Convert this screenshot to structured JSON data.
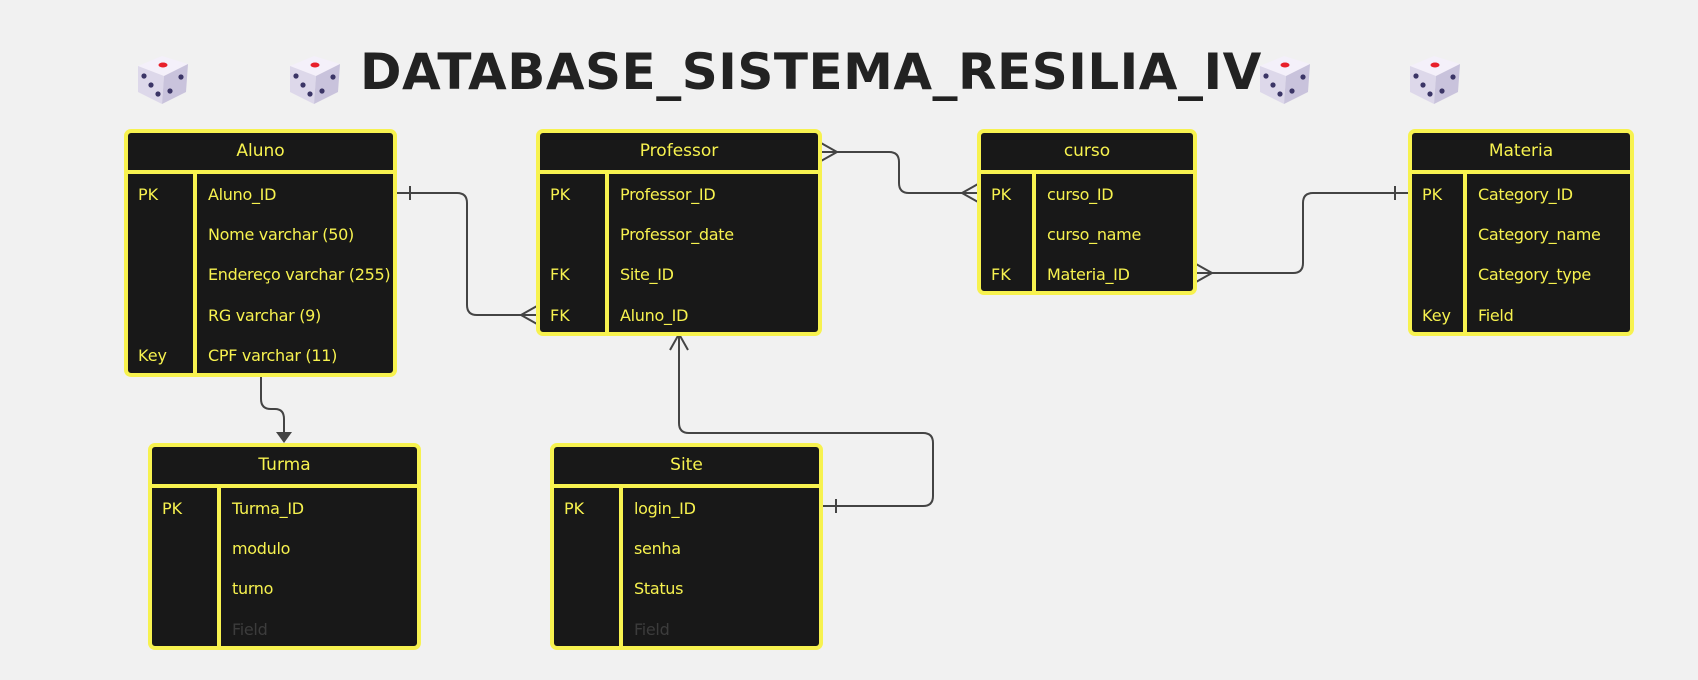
{
  "title": "DATABASE_SISTEMA_RESILIA_IV",
  "title_icon": "game-die-icon",
  "colors": {
    "background": "#f1f1f1",
    "entity_fill": "#181818",
    "entity_border": "#f7f24f",
    "text": "#f7f24f",
    "connector": "#444444"
  },
  "entities": {
    "aluno": {
      "name": "Aluno",
      "rows": [
        {
          "key": "PK",
          "field": "Aluno_ID"
        },
        {
          "key": "",
          "field": "Nome varchar (50)"
        },
        {
          "key": "",
          "field": "Endereço  varchar (255)"
        },
        {
          "key": "",
          "field": "RG varchar (9)"
        },
        {
          "key": "Key",
          "field": "CPF varchar (11)"
        }
      ]
    },
    "professor": {
      "name": "Professor",
      "rows": [
        {
          "key": "PK",
          "field": "Professor_ID"
        },
        {
          "key": "",
          "field": "Professor_date"
        },
        {
          "key": "FK",
          "field": "Site_ID"
        },
        {
          "key": "FK",
          "field": "Aluno_ID"
        }
      ]
    },
    "curso": {
      "name": "curso",
      "rows": [
        {
          "key": "PK",
          "field": "curso_ID"
        },
        {
          "key": "",
          "field": "curso_name"
        },
        {
          "key": "FK",
          "field": "Materia_ID"
        }
      ]
    },
    "materia": {
      "name": "Materia",
      "rows": [
        {
          "key": "PK",
          "field": "Category_ID"
        },
        {
          "key": "",
          "field": "Category_name"
        },
        {
          "key": "",
          "field": "Category_type"
        },
        {
          "key": "Key",
          "field": "Field"
        }
      ]
    },
    "turma": {
      "name": "Turma",
      "rows": [
        {
          "key": "PK",
          "field": "Turma_ID"
        },
        {
          "key": "",
          "field": "modulo"
        },
        {
          "key": "",
          "field": "turno"
        },
        {
          "key": "",
          "field": "Field"
        }
      ]
    },
    "site": {
      "name": "Site",
      "rows": [
        {
          "key": "PK",
          "field": "login_ID"
        },
        {
          "key": "",
          "field": "senha"
        },
        {
          "key": "",
          "field": "Status"
        },
        {
          "key": "",
          "field": "Field"
        }
      ]
    }
  }
}
